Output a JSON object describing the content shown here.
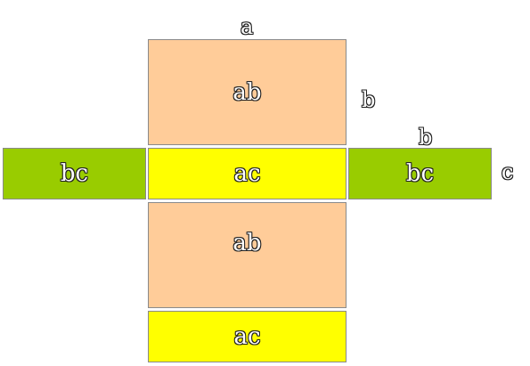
{
  "faces": {
    "top_ab": "ab",
    "left_bc": "bc",
    "middle_ac": "ac",
    "right_bc": "bc",
    "bottom_ab": "ab",
    "bottom_ac": "ac"
  },
  "dimensions": {
    "a": "a",
    "b_right": "b",
    "b_upper": "b",
    "c": "c"
  },
  "colors": {
    "ab_face": "#ffcc99",
    "ac_face": "#ffff00",
    "bc_face": "#99cc00"
  }
}
